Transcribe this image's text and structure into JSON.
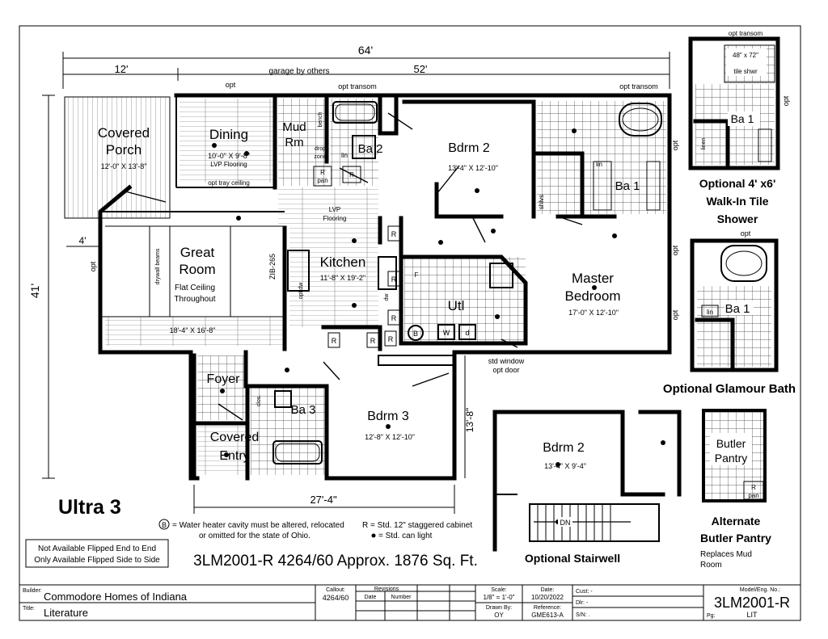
{
  "plan": {
    "dims": {
      "overall": "64'",
      "porch_w": "12'",
      "house_w": "52'",
      "depth": "41'",
      "bump": "4'",
      "bdrm3_w": "27'-4\"",
      "bdrm3_d": "13'-8\""
    },
    "notes_top": {
      "garage": "garage by others",
      "opt1": "opt",
      "opt_transom1": "opt transom",
      "opt_transom2": "opt transom",
      "opt_left": "opt",
      "opt_right1": "opt",
      "opt_right2": "opt"
    },
    "rooms": {
      "porch": {
        "line1": "Covered",
        "line2": "Porch",
        "dim": "12'-0\" X 13'-8\""
      },
      "dining": {
        "name": "Dining",
        "dim": "10'-0\" X 9'-8\"",
        "note": "LVP Flooring",
        "ceiling": "opt tray ceiling"
      },
      "mud": {
        "line1": "Mud",
        "line2": "Rm",
        "bench": "bench",
        "drop1": "drop",
        "drop2": "zone",
        "r": "R",
        "pan": "pan"
      },
      "ba2": {
        "name": "Ba 2",
        "lin": "lin"
      },
      "bdrm2": {
        "name": "Bdrm 2",
        "dim": "13'-4\" X 12'-10\""
      },
      "ba1": {
        "name": "Ba 1",
        "lin": "lin",
        "opt": "opt",
        "shlvs": "shlvs"
      },
      "great": {
        "line1": "Great",
        "line2": "Room",
        "note1": "Flat Ceiling",
        "note2": "Throughout",
        "dim": "18'-4\" X 16'-8\"",
        "beams": "drywall beams",
        "zib": "ZIB-265"
      },
      "lvp": {
        "line1": "LVP",
        "line2": "Flooring"
      },
      "kitchen": {
        "name": "Kitchen",
        "dim": "11'-8\" X 19'-2\"",
        "dw": "dw",
        "opt_dw": "opt dw",
        "r": "R"
      },
      "utl": {
        "name": "Utl",
        "w": "W",
        "d": "d",
        "f": "F",
        "wh": "B"
      },
      "master": {
        "line1": "Master",
        "line2": "Bedroom",
        "dim": "17'-0\" X 12'-10\""
      },
      "foyer": {
        "name": "Foyer",
        "closet": "clos."
      },
      "ba3": {
        "name": "Ba 3"
      },
      "entry": {
        "line1": "Covered",
        "line2": "Entry"
      },
      "bdrm3": {
        "name": "Bdrm 3",
        "dim": "12'-8\" X 12'-10\""
      },
      "std_window": {
        "line1": "std window",
        "line2": "opt door"
      }
    }
  },
  "options": {
    "shower": {
      "transom": "opt transom",
      "size1": "48\" x 72\"",
      "size2": "tile shwr",
      "ba": "Ba 1",
      "linen": "linen",
      "opt": "opt",
      "caption1": "Optional 4' x6'",
      "caption2": "Walk-In Tile",
      "caption3": "Shower"
    },
    "glamour": {
      "opt": "opt",
      "ba": "Ba 1",
      "lin": "lin",
      "caption": "Optional Glamour Bath"
    },
    "stair": {
      "name": "Bdrm 2",
      "dim": "13'-4\" X 9'-4\"",
      "dn": "DN",
      "caption": "Optional Stairwell"
    },
    "butler": {
      "line1": "Butler",
      "line2": "Pantry",
      "r": "R",
      "pan": "pan",
      "caption1": "Alternate",
      "caption2": "Butler Pantry",
      "sub1": "Replaces Mud",
      "sub2": "Room"
    }
  },
  "labels": {
    "model_name": "Ultra 3",
    "wh_note1": "= Water heater cavity must be altered, relocated",
    "wh_note2": "or omitted for the state of Ohio.",
    "wh_symbol": "B",
    "legend1": "R = Std. 12\" staggered cabinet",
    "legend2": "= Std. can light",
    "flip1": "Not Available Flipped End to End",
    "flip2": "Only Available Flipped Side to Side",
    "model_line": "3LM2001-R 4264/60 Approx. 1876 Sq. Ft."
  },
  "title_block": {
    "builder_label": "Builder:",
    "builder": "Commodore Homes of Indiana",
    "title_label": "Title:",
    "title": "Literature",
    "callout_label": "Callout:",
    "callout": "4264/60",
    "revisions": "Revisions",
    "date_col": "Date",
    "number_col": "Number",
    "scale_label": "Scale:",
    "scale": "1/8\" = 1'-0\"",
    "date_label": "Date:",
    "date": "10/20/2022",
    "drawn_label": "Drawn By:",
    "drawn": "OY",
    "ref_label": "Reference:",
    "ref": "GME613-A",
    "cust": "Cust: -",
    "dlr": "Dlr: -",
    "sn": "S/N: .",
    "model_label": "Model/Eng. No.:",
    "model": "3LM2001-R",
    "pg_label": "Pg:",
    "pg": "LIT"
  }
}
